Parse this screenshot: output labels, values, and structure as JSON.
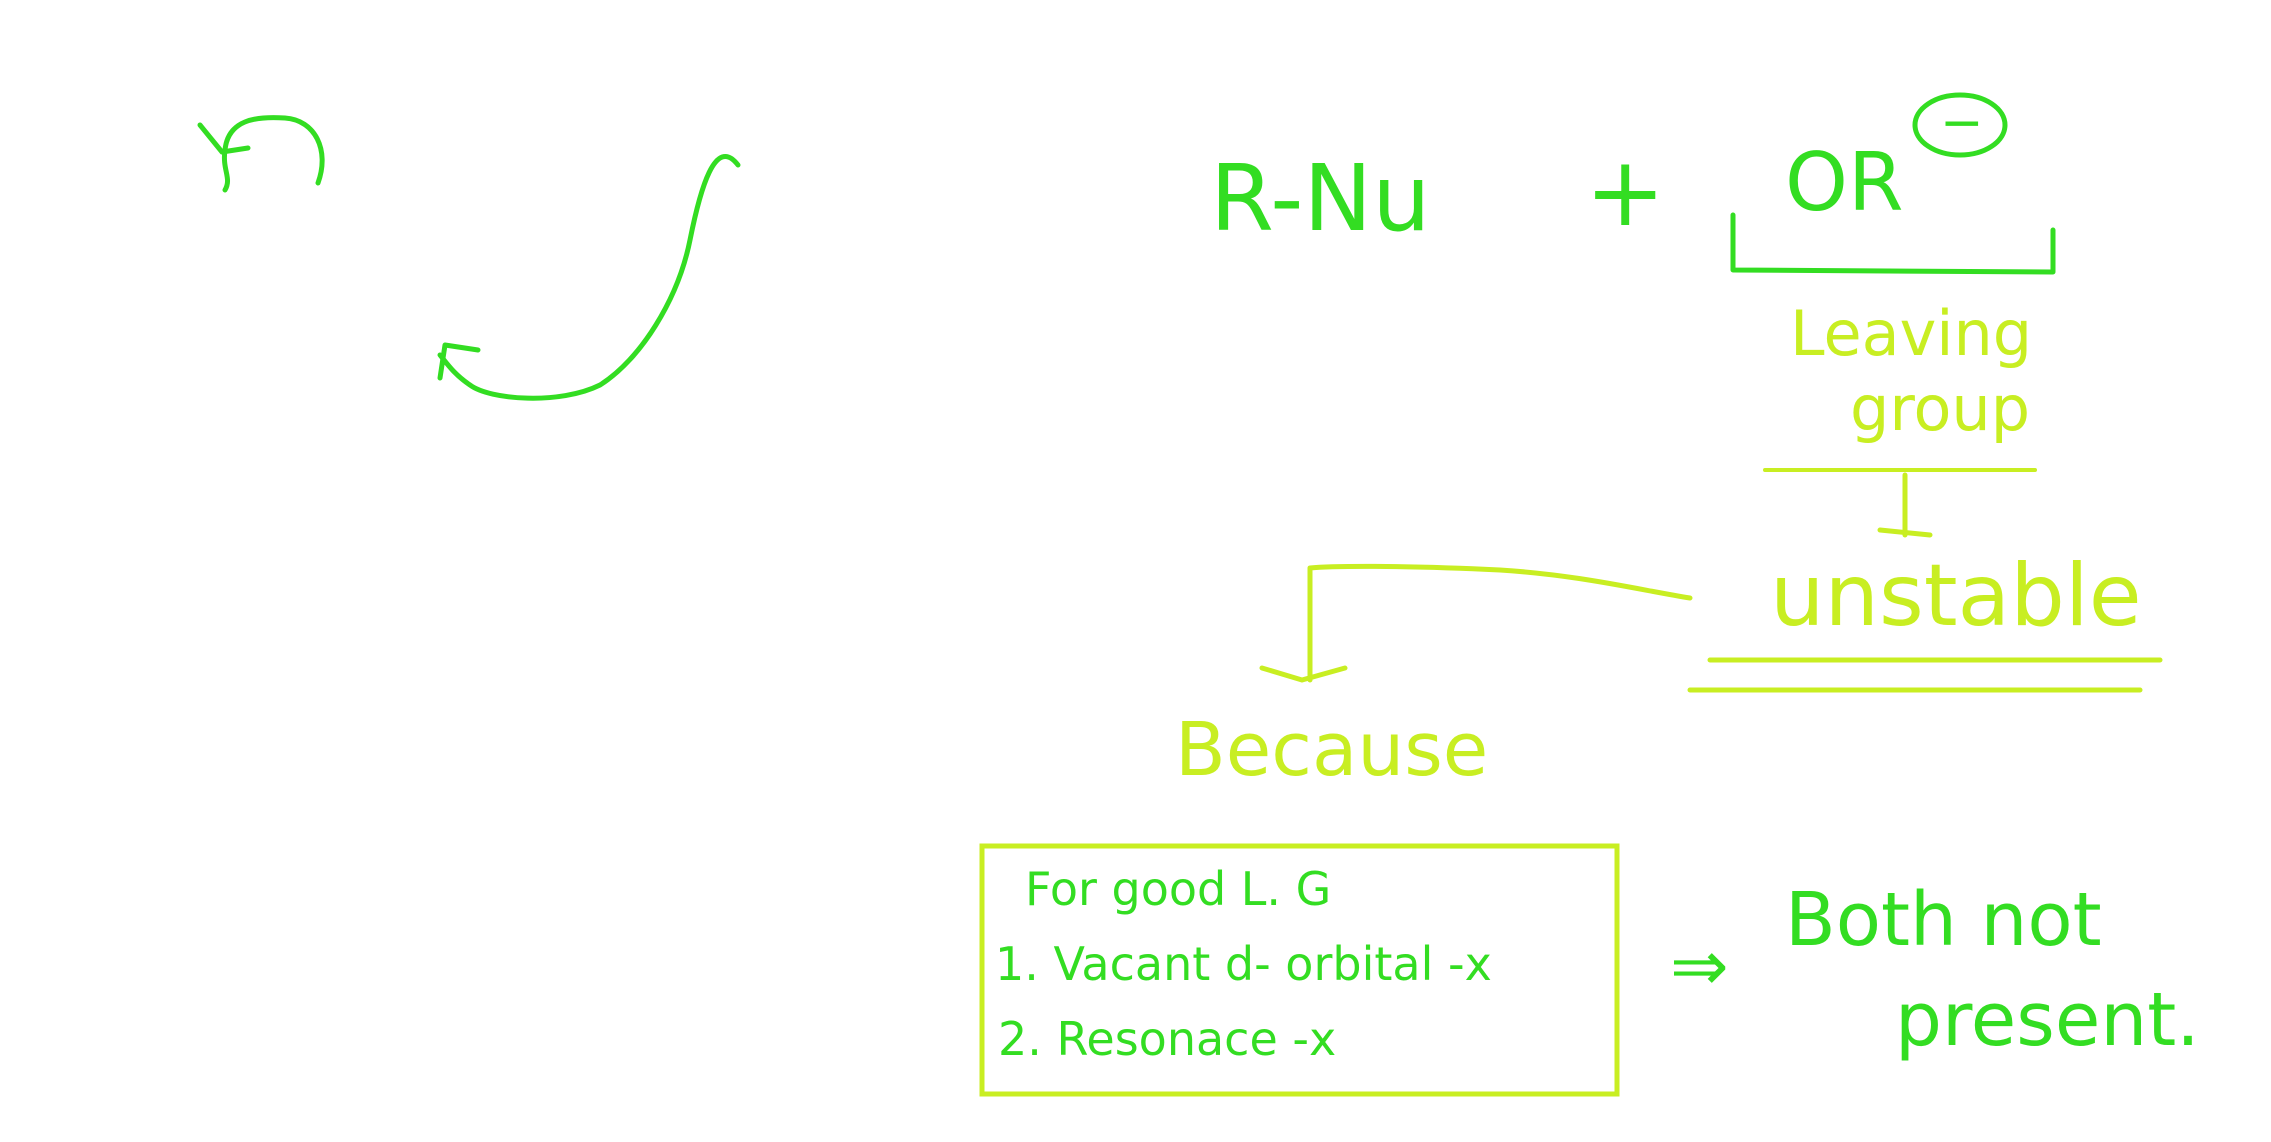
{
  "colors": {
    "green": "#33dd22",
    "yellow_green": "#c8ee22",
    "background": "#ffffff"
  },
  "equation": {
    "nucleophile": "R-Nu",
    "plus": "+",
    "leaving_species": "OR",
    "charge": "−"
  },
  "leaving_group_label": {
    "line1": "Leaving",
    "line2": "group"
  },
  "stability": "unstable",
  "reason_heading": "Because",
  "box": {
    "title": "For good L. G",
    "item1": "1. Vacant d- orbital -x",
    "item2": "2. Resonace -x"
  },
  "implies": "⇒",
  "conclusion": {
    "line1": "Both not",
    "line2": "present."
  }
}
